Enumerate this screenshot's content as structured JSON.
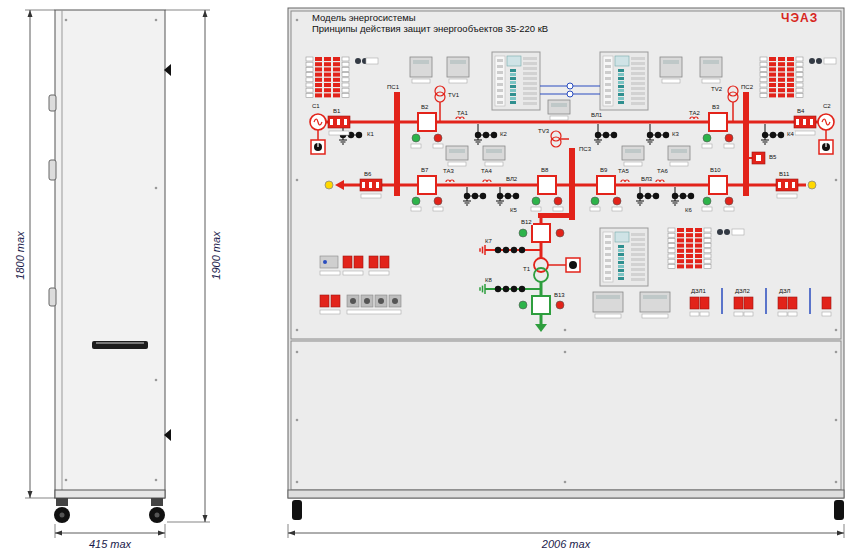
{
  "diagram": {
    "title": "Модель энергосистемы",
    "labels": [
      "1800 max",
      "1900 max",
      "415 max",
      "2006 max",
      "Принципы действия защит энергообъектов 35-220 кВ",
      "ЧЭАЗ",
      "С1",
      "В1",
      "ПС1",
      "ТV1",
      "В2",
      "ТА1",
      "К1",
      "К2",
      "ВЛ1",
      "К3",
      "ТА2",
      "ТV2",
      "В3",
      "ПС2",
      "В4",
      "К4",
      "С2",
      "В5",
      "В6",
      "В7",
      "ТА3",
      "ВЛ2",
      "ТА4",
      "ТV3",
      "ПС3",
      "В8",
      "В9",
      "ТА5",
      "ВЛ3",
      "ТА6",
      "В10",
      "В11",
      "К5",
      "К6",
      "В12",
      "Т1",
      "К7",
      "К8",
      "В13",
      "ДЗЛ1",
      "ДЗЛ2",
      "ДЗЛ"
    ]
  }
}
